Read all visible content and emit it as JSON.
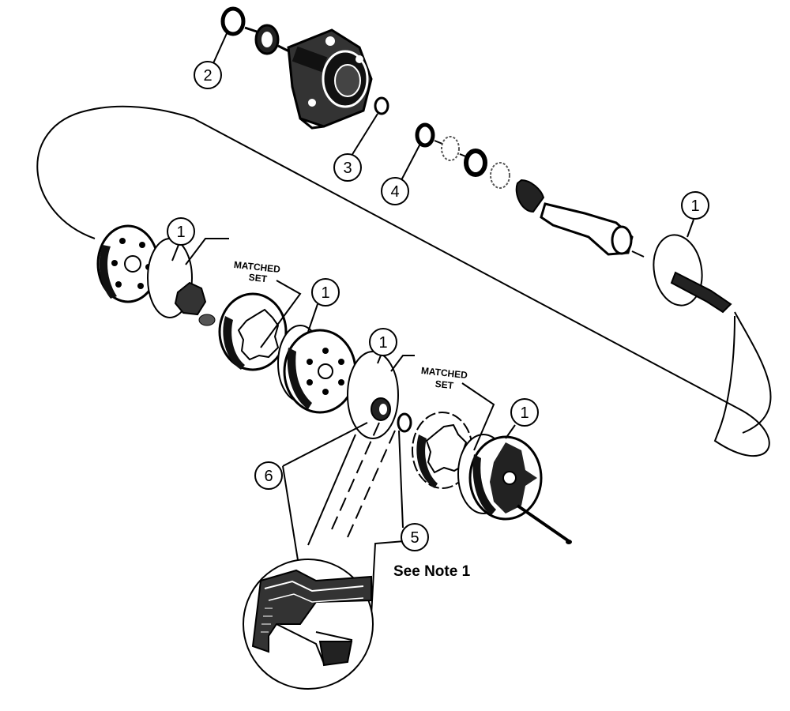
{
  "callouts": {
    "c1a": "1",
    "c1b": "1",
    "c1c": "1",
    "c1d": "1",
    "c1e": "1",
    "c2": "2",
    "c3": "3",
    "c4": "4",
    "c5": "5",
    "c6": "6"
  },
  "labels": {
    "matched_set_1_line1": "MATCHED",
    "matched_set_1_line2": "SET",
    "matched_set_2_line1": "MATCHED",
    "matched_set_2_line2": "SET",
    "note": "See Note 1"
  }
}
